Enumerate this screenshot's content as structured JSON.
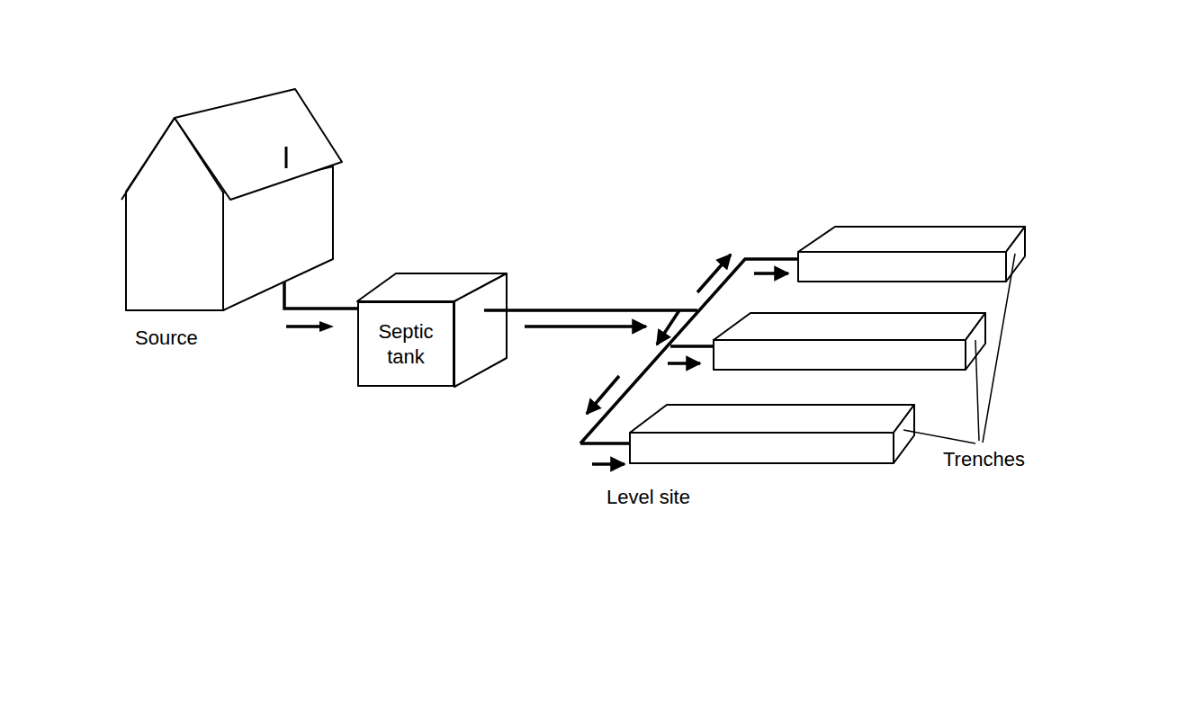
{
  "diagram": {
    "nodes": [
      {
        "text": [
          "Source"
        ]
      },
      {
        "text": [
          "Septic tank"
        ]
      }
    ],
    "edges": [
      {
        "from": 0,
        "to": 1,
        "arrow": "to"
      }
    ],
    "labels": [
      "Level site",
      "Trenches"
    ]
  }
}
